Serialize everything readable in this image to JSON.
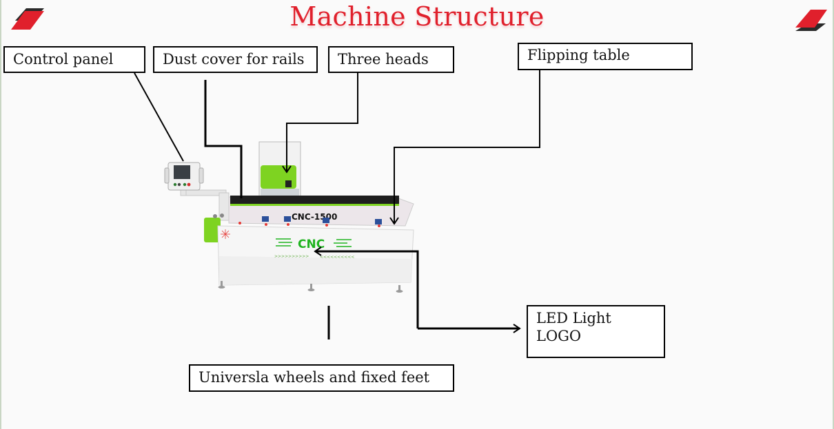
{
  "title": "Machine Structure",
  "colors": {
    "title": "#e0202c",
    "logo_red": "#e0202c",
    "logo_dark": "#2a2a2a",
    "machine_green": "#7ed321",
    "cnc_text_green": "#1fb31f"
  },
  "logos": {
    "left_icon": "brand-stripe-icon",
    "right_icon": "brand-stripe-icon"
  },
  "labels": {
    "control_panel": "Control panel",
    "dust_cover": "Dust cover for rails",
    "three_heads": "Three heads",
    "flipping_table": "Flipping table",
    "led_light_line1": "LED Light",
    "led_light_line2": "LOGO",
    "wheels_feet": "Universla wheels and fixed feet"
  },
  "machine": {
    "model": "CNC-1500",
    "front_text": "CNC",
    "chevrons_left": ">>>>>>>>>>",
    "chevrons_right": "<<<<<<<<<<"
  }
}
